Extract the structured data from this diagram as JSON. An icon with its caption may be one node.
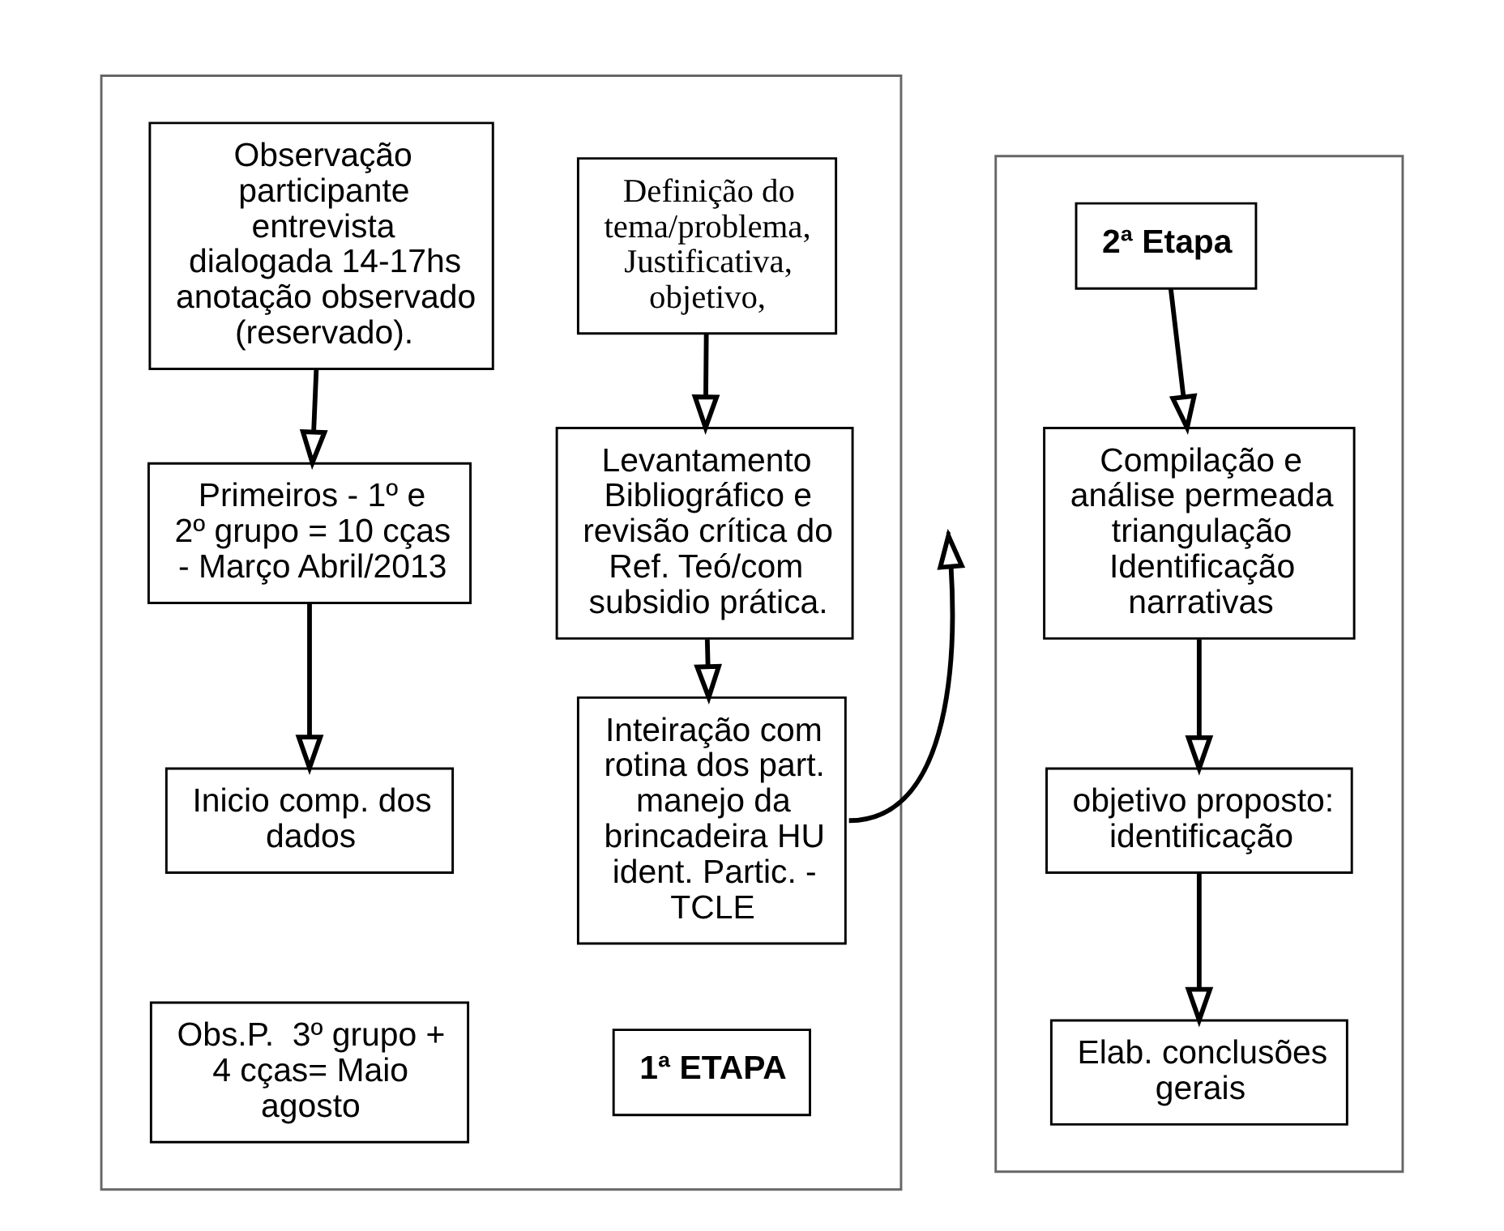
{
  "diagram": {
    "nodes": [
      {
        "text": [],
        "shape": "box"
      },
      {
        "text": [
          "Definição do tema/problema, Justificativa, objetivo,"
        ],
        "in": 0
      },
      {
        "text": [
          "Levantamento Bibliográfico e revisão crítica do Ref. Teó/com subsidio prática."
        ],
        "in": 0
      },
      {
        "text": [
          "Inteiração com rotina dos part. manejo da brincadeira HU ident. Partic. - TCLE"
        ],
        "in": 0
      },
      {
        "text": [
          "1ª ETAPA"
        ],
        "in": 0
      },
      {
        "text": [
          "Observação participante entrevista dialogada 14-17hs anotação observado (reservado)."
        ],
        "in": 0
      },
      {
        "text": [
          "Primeiros - 1º e 2º grupo = 10 cças - Março Abril/2013"
        ],
        "in": 0
      },
      {
        "text": [
          "Inicio comp. dos dados"
        ],
        "in": 0
      },
      {
        "text": [
          "Obs.P.  3º grupo + 4 cças= Maio agosto"
        ],
        "in": 0
      },
      {
        "text": [],
        "shape": "box"
      },
      {
        "text": [
          "2ª Etapa"
        ],
        "in": 9
      },
      {
        "text": [
          "Compilação e análise permeada triangulação Identificação narrativas"
        ],
        "in": 9
      },
      {
        "text": [
          "objetivo proposto: identificação"
        ],
        "in": 9
      },
      {
        "text": [
          "Elab. conclusões gerais"
        ],
        "in": 9
      }
    ],
    "edges": [
      {
        "from": 1,
        "to": 2,
        "arrow": "to"
      },
      {
        "from": 2,
        "to": 3,
        "arrow": "to"
      },
      {
        "from": 3,
        "to": null,
        "arrow": "to"
      },
      {
        "from": 5,
        "to": 6,
        "arrow": "to"
      },
      {
        "from": 6,
        "to": 7,
        "arrow": "to"
      },
      {
        "from": 10,
        "to": 11,
        "arrow": "to"
      },
      {
        "from": 11,
        "to": 12,
        "arrow": "to"
      },
      {
        "from": 12,
        "to": 13,
        "arrow": "to"
      }
    ]
  }
}
